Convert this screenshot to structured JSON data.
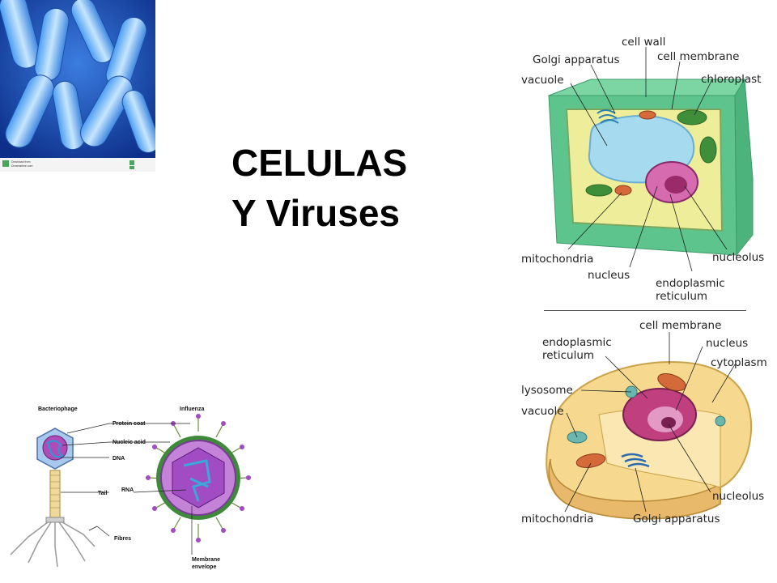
{
  "slide": {
    "title_line1": "CELULAS",
    "title_line2": "Y Viruses"
  },
  "bacteria_image": {
    "watermark_line1": "Download from",
    "watermark_line2": "Dreamstime.com"
  },
  "plant_cell": {
    "labels": {
      "cell_wall": "cell wall",
      "golgi": "Golgi apparatus",
      "cell_membrane": "cell membrane",
      "vacuole": "vacuole",
      "chloroplast": "chloroplast",
      "mitochondria": "mitochondria",
      "nucleolus": "nucleolus",
      "nucleus": "nucleus",
      "er_line1": "endoplasmic",
      "er_line2": "reticulum"
    }
  },
  "animal_cell": {
    "labels": {
      "cell_membrane": "cell membrane",
      "er_line1": "endoplasmic",
      "er_line2": "reticulum",
      "nucleus": "nucleus",
      "cytoplasm": "cytoplasm",
      "lysosome": "lysosome",
      "vacuole": "vacuole",
      "nucleolus": "nucleolus",
      "mitochondria": "mitochondria",
      "golgi": "Golgi apparatus"
    }
  },
  "virus_diagram": {
    "bacteriophage_title": "Bacteriophage",
    "influenza_title": "Influenza",
    "labels": {
      "protein_coat": "Protein coat",
      "nucleic_acid": "Nucleic acid",
      "dna": "DNA",
      "tail": "Tail",
      "fibres": "Fibres",
      "rna": "RNA",
      "membrane_line1": "Membrane",
      "membrane_line2": "envelope"
    }
  },
  "colors": {
    "bacteria_bg": "#1d4fb8",
    "bacteria_cell": "#8fc7ff",
    "plant_wall": "#5cc48c",
    "plant_cytoplasm": "#eeee9a",
    "vacuole": "#a6dbef",
    "nucleus": "#c0407f",
    "animal_cytoplasm": "#f6d98f",
    "virus_purple": "#a24cc4"
  }
}
